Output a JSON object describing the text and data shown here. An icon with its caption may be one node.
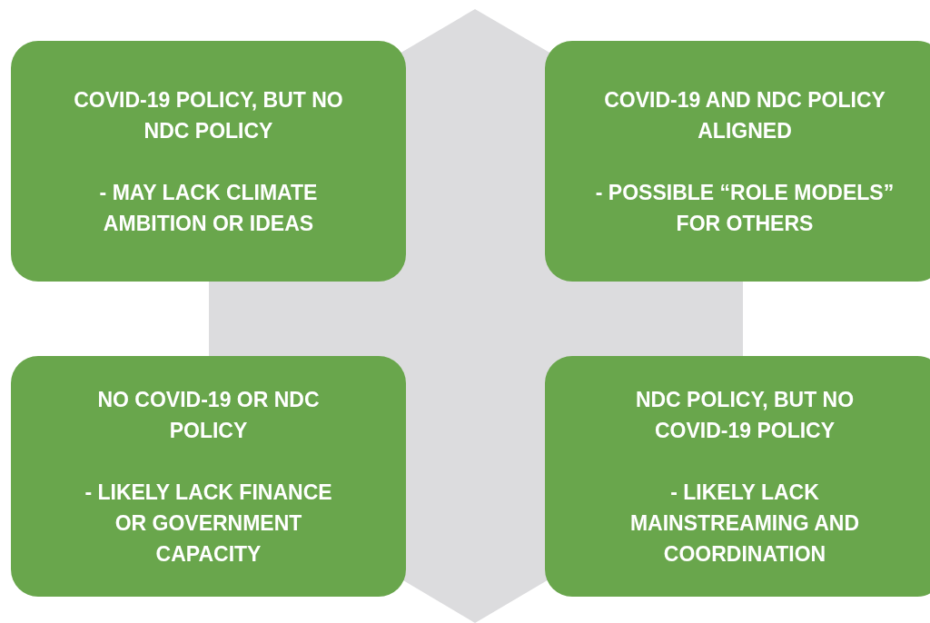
{
  "diagram": {
    "nodes": [
      {
        "text": [
          "COVID-19 POLICY, BUT NO NDC POLICY",
          "- MAY LACK CLIMATE AMBITION OR IDEAS"
        ]
      },
      {
        "text": [
          "COVID-19 AND NDC POLICY ALIGNED",
          "- POSSIBLE “ROLE MODELS” FOR OTHERS"
        ]
      },
      {
        "text": [
          "NO COVID-19 OR NDC POLICY",
          "- LIKELY LACK FINANCE OR GOVERNMENT CAPACITY"
        ]
      },
      {
        "text": [
          "NDC POLICY, BUT NO COVID-19 POLICY",
          "- LIKELY LACK MAINSTREAMING AND COORDINATION"
        ]
      }
    ]
  }
}
